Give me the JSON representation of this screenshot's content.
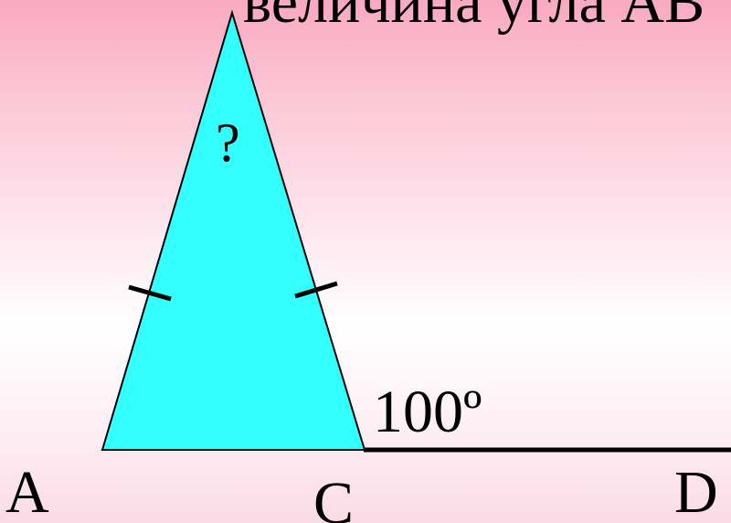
{
  "heading": "величина угла АВ",
  "question_mark": "?",
  "angle_label": "100º",
  "vertices": {
    "A": "А",
    "C": "С",
    "D": "D"
  },
  "colors": {
    "triangle_fill": "#33ffff",
    "stroke": "#000000"
  }
}
